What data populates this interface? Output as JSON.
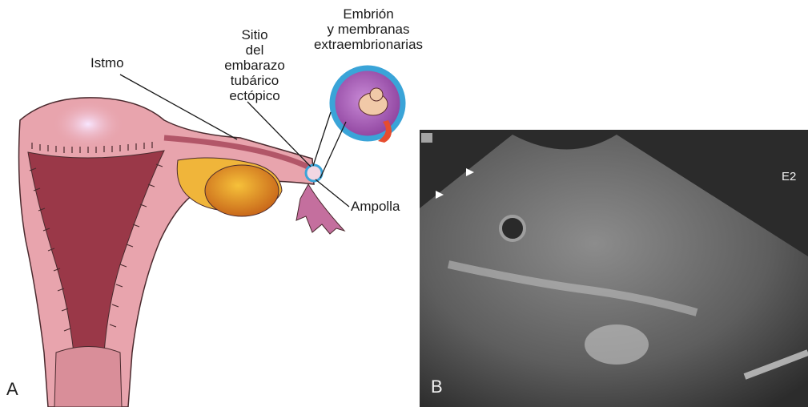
{
  "panel_a": {
    "letter": "A",
    "labels": {
      "istmo": "Istmo",
      "sitio_l1": "Sitio",
      "sitio_l2": "del embarazo",
      "sitio_l3": "tubárico",
      "sitio_l4": "ectópico",
      "embrion_l1": "Embrión",
      "embrion_l2": "y membranas",
      "embrion_l3": "extraembrionarias",
      "ampolla": "Ampolla"
    }
  },
  "panel_b": {
    "letter": "B",
    "probe_label": "E2"
  },
  "colors": {
    "uterus_wall": "#e8a4ad",
    "uterus_cavity": "#9a3848",
    "ovary": "#e6a322",
    "sonogram_bg": "#2b2b2b",
    "outline": "#4a2a2e"
  }
}
